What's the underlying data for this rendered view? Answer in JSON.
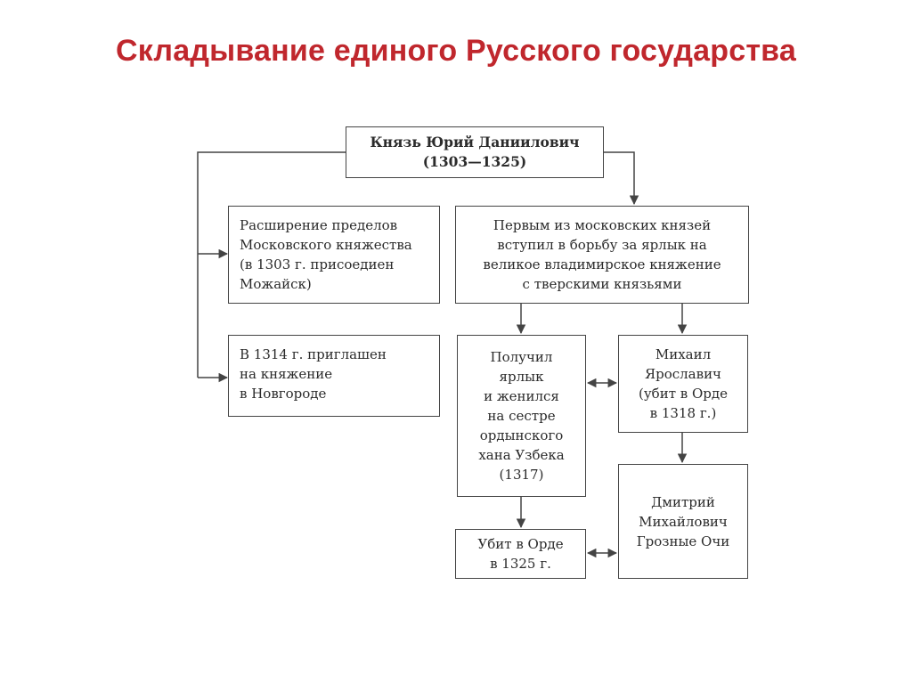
{
  "title": "Складывание единого Русского государства",
  "colors": {
    "title": "#c0272d",
    "lines": "#444444"
  },
  "boxes": {
    "yuri": "Князь Юрий Даниилович\n(1303—1325)",
    "expansion": "Расширение пределов\nМосковского княжества\n(в 1303 г. присоедиен\nМожайск)",
    "novgorod": "В 1314 г. приглашен\nна княжение\nв Новгороде",
    "struggle": "Первым из московских князей\nвступил в борьбу за ярлык на\nвеликое владимирское княжение\nс тверскими князьями",
    "yarlyk": "Получил\nярлык\nи женился\nна сестре\nордынского\nхана Узбека\n(1317)",
    "mikhail": "Михаил\nЯрославич\n(убит в Орде\nв 1318 г.)",
    "killed": "Убит в Орде\nв 1325 г.",
    "dmitry": "Дмитрий\nМихайлович\nГрозные Очи"
  }
}
